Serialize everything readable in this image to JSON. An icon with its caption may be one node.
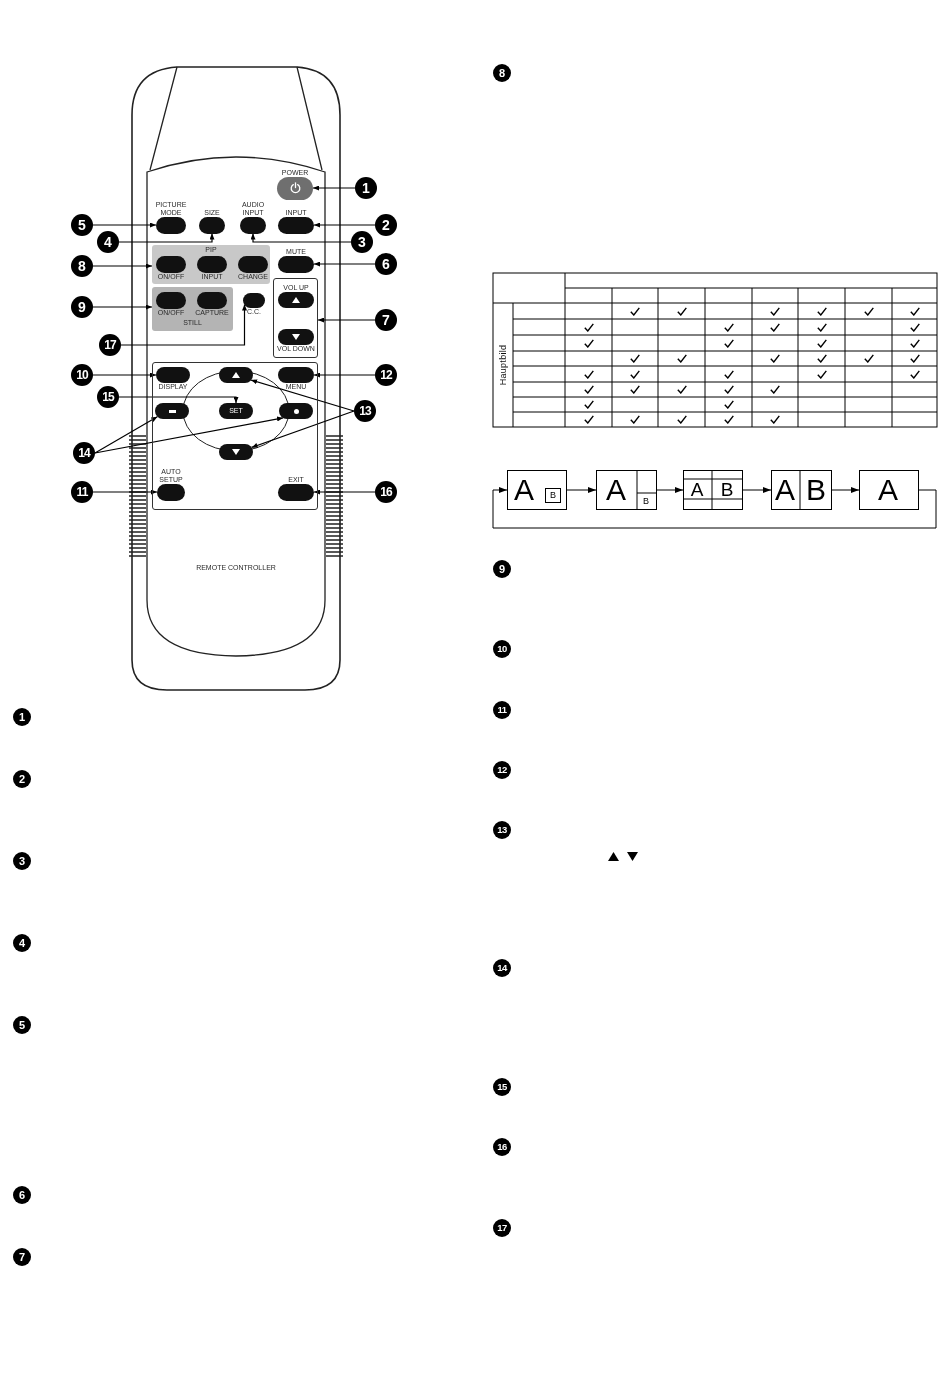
{
  "diagram": {
    "nodes": [
      {
        "text": [
          "REMOTE CONTROLLER"
        ]
      },
      {
        "text": [
          "POWER"
        ],
        "in": 0
      },
      {
        "text": [
          "PICTURE MODE"
        ],
        "in": 0
      },
      {
        "text": [
          "SIZE"
        ],
        "in": 0
      },
      {
        "text": [
          "AUDIO INPUT"
        ],
        "in": 0
      },
      {
        "text": [
          "INPUT"
        ],
        "in": 0
      },
      {
        "text": [
          "PIP"
        ],
        "in": 0
      },
      {
        "text": [
          "ON/OFF"
        ],
        "in": 6
      },
      {
        "text": [
          "INPUT"
        ],
        "in": 6
      },
      {
        "text": [
          "CHANGE"
        ],
        "in": 6
      },
      {
        "text": [
          "MUTE"
        ],
        "in": 0
      },
      {
        "text": [
          "STILL"
        ],
        "in": 0
      },
      {
        "text": [
          "ON/OFF"
        ],
        "in": 11
      },
      {
        "text": [
          "CAPTURE"
        ],
        "in": 11
      },
      {
        "text": [
          "C.C."
        ],
        "in": 0
      },
      {
        "text": [],
        "shape": "box",
        "in": 0
      },
      {
        "text": [
          "VOL UP"
        ],
        "in": 15
      },
      {
        "text": [
          "VOL DOWN"
        ],
        "in": 15
      },
      {
        "text": [],
        "shape": "box",
        "in": 0
      },
      {
        "text": [
          "DISPLAY"
        ],
        "in": 18
      },
      {
        "text": [],
        "shape": "ellipse",
        "in": 18
      },
      {
        "text": [
          "MENU"
        ],
        "in": 18
      },
      {
        "text": [],
        "shape": "ellipse",
        "in": 18
      },
      {
        "text": [
          "SET"
        ],
        "in": 18
      },
      {
        "text": [],
        "shape": "ellipse",
        "in": 18
      },
      {
        "text": [],
        "shape": "ellipse",
        "in": 18
      },
      {
        "text": [
          "AUTO SETUP"
        ],
        "in": 18
      },
      {
        "text": [
          "EXIT"
        ],
        "in": 18
      },
      {
        "text": [
          "1"
        ]
      },
      {
        "text": [
          "2"
        ]
      },
      {
        "text": [
          "3"
        ]
      },
      {
        "text": [
          "4"
        ]
      },
      {
        "text": [
          "5"
        ]
      },
      {
        "text": [
          "6"
        ]
      },
      {
        "text": [
          "7"
        ]
      },
      {
        "text": [
          "8"
        ]
      },
      {
        "text": [
          "9"
        ]
      },
      {
        "text": [
          "10"
        ]
      },
      {
        "text": [
          "11"
        ]
      },
      {
        "text": [
          "12"
        ]
      },
      {
        "text": [
          "13"
        ]
      },
      {
        "text": [
          "14"
        ]
      },
      {
        "text": [
          "15"
        ]
      },
      {
        "text": [
          "16"
        ]
      },
      {
        "text": [
          "17"
        ]
      },
      {
        "text": [
          "A"
        ]
      },
      {
        "text": [
          "B"
        ],
        "in": 45
      },
      {
        "text": [
          "A",
          "B"
        ]
      },
      {
        "text": [
          "A",
          "B"
        ]
      },
      {
        "text": [
          "A",
          "B"
        ]
      },
      {
        "text": [
          "A"
        ]
      }
    ],
    "edges": [
      {
        "from": 28,
        "to": 1,
        "arrow": "to"
      },
      {
        "from": 29,
        "to": 5,
        "arrow": "to"
      },
      {
        "from": 30,
        "to": 4,
        "arrow": "to"
      },
      {
        "from": 31,
        "to": 3,
        "arrow": "to"
      },
      {
        "from": 32,
        "to": 2,
        "arrow": "to"
      },
      {
        "from": 33,
        "to": 10,
        "arrow": "to"
      },
      {
        "from": 34,
        "to": 15,
        "arrow": "to"
      },
      {
        "from": 35,
        "to": 6,
        "arrow": "to"
      },
      {
        "from": 36,
        "to": 11,
        "arrow": "to"
      },
      {
        "from": 37,
        "to": 19,
        "arrow": "to"
      },
      {
        "from": 38,
        "to": 26,
        "arrow": "to"
      },
      {
        "from": 39,
        "to": 21,
        "arrow": "to"
      },
      {
        "from": 40,
        "to": 20,
        "arrow": "to"
      },
      {
        "from": 40,
        "to": 25,
        "arrow": "to"
      },
      {
        "from": 41,
        "to": 22,
        "arrow": "to"
      },
      {
        "from": 41,
        "to": 24,
        "arrow": "to"
      },
      {
        "from": 42,
        "to": 23,
        "arrow": "to"
      },
      {
        "from": 43,
        "to": 27,
        "arrow": "to"
      },
      {
        "from": 44,
        "to": 14,
        "arrow": "to"
      },
      {
        "from": 45,
        "to": 47,
        "arrow": "to"
      },
      {
        "from": 47,
        "to": 48,
        "arrow": "to"
      },
      {
        "from": 48,
        "to": 49,
        "arrow": "to"
      },
      {
        "from": 49,
        "to": 50,
        "arrow": "to"
      },
      {
        "from": 50,
        "to": 45,
        "arrow": "to"
      }
    ],
    "labels": [
      "1",
      "2",
      "3",
      "4",
      "5",
      "6",
      "7",
      "8",
      "Hauptbild",
      "9",
      "10",
      "11",
      "12",
      "13",
      "14",
      "15",
      "16",
      "17"
    ]
  }
}
